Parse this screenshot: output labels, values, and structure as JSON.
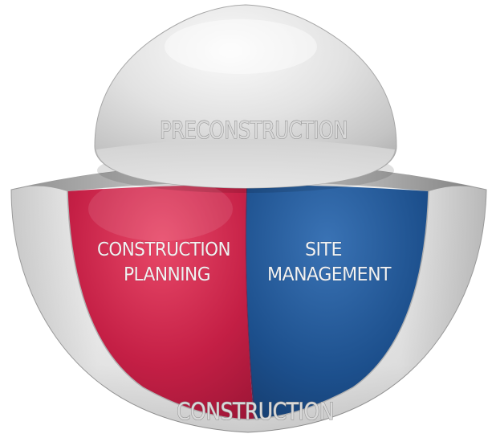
{
  "diagram": {
    "top_label": "PRECONSTRUCTION",
    "bottom_label": "CONSTRUCTION",
    "left_segment": {
      "line1": "CONSTRUCTION",
      "line2": "PLANNING",
      "color": "#c41f45"
    },
    "right_segment": {
      "line1": "SITE",
      "line2": "MANAGEMENT",
      "color": "#1c4f8c"
    },
    "shell_color": "#d6d6d6"
  }
}
